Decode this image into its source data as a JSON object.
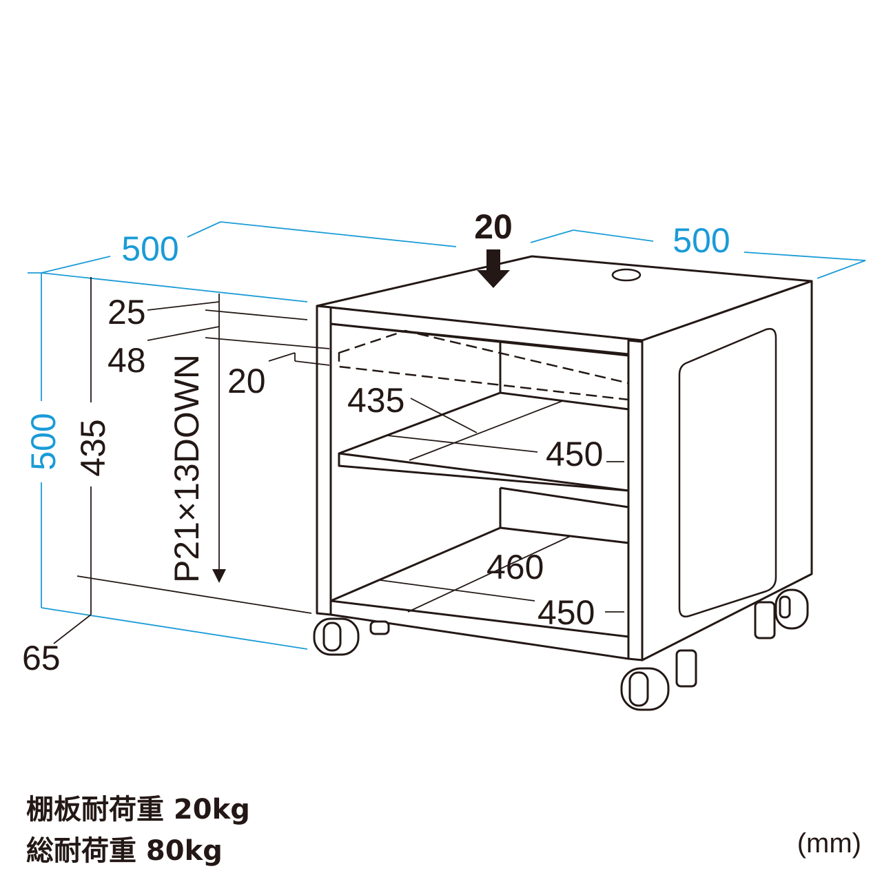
{
  "dimensions": {
    "width": "500",
    "depth": "500",
    "height": "500",
    "top_offset": "25",
    "shelf_top_offset": "48",
    "cable_hole": "20",
    "front_rail": "20",
    "inner_height": "435",
    "bottom_clearance": "65",
    "shelf_adjust": "P21×13DOWN",
    "shelf_depth": "435",
    "shelf_width": "450",
    "bottom_depth": "460",
    "bottom_width": "450"
  },
  "specs": {
    "shelf_load": "棚板耐荷重 20kg",
    "total_load": "総耐荷重 80kg"
  },
  "unit": "(mm)",
  "colors": {
    "line": "#231815",
    "dimension_accent": "#1a9bd7",
    "background": "#ffffff"
  }
}
